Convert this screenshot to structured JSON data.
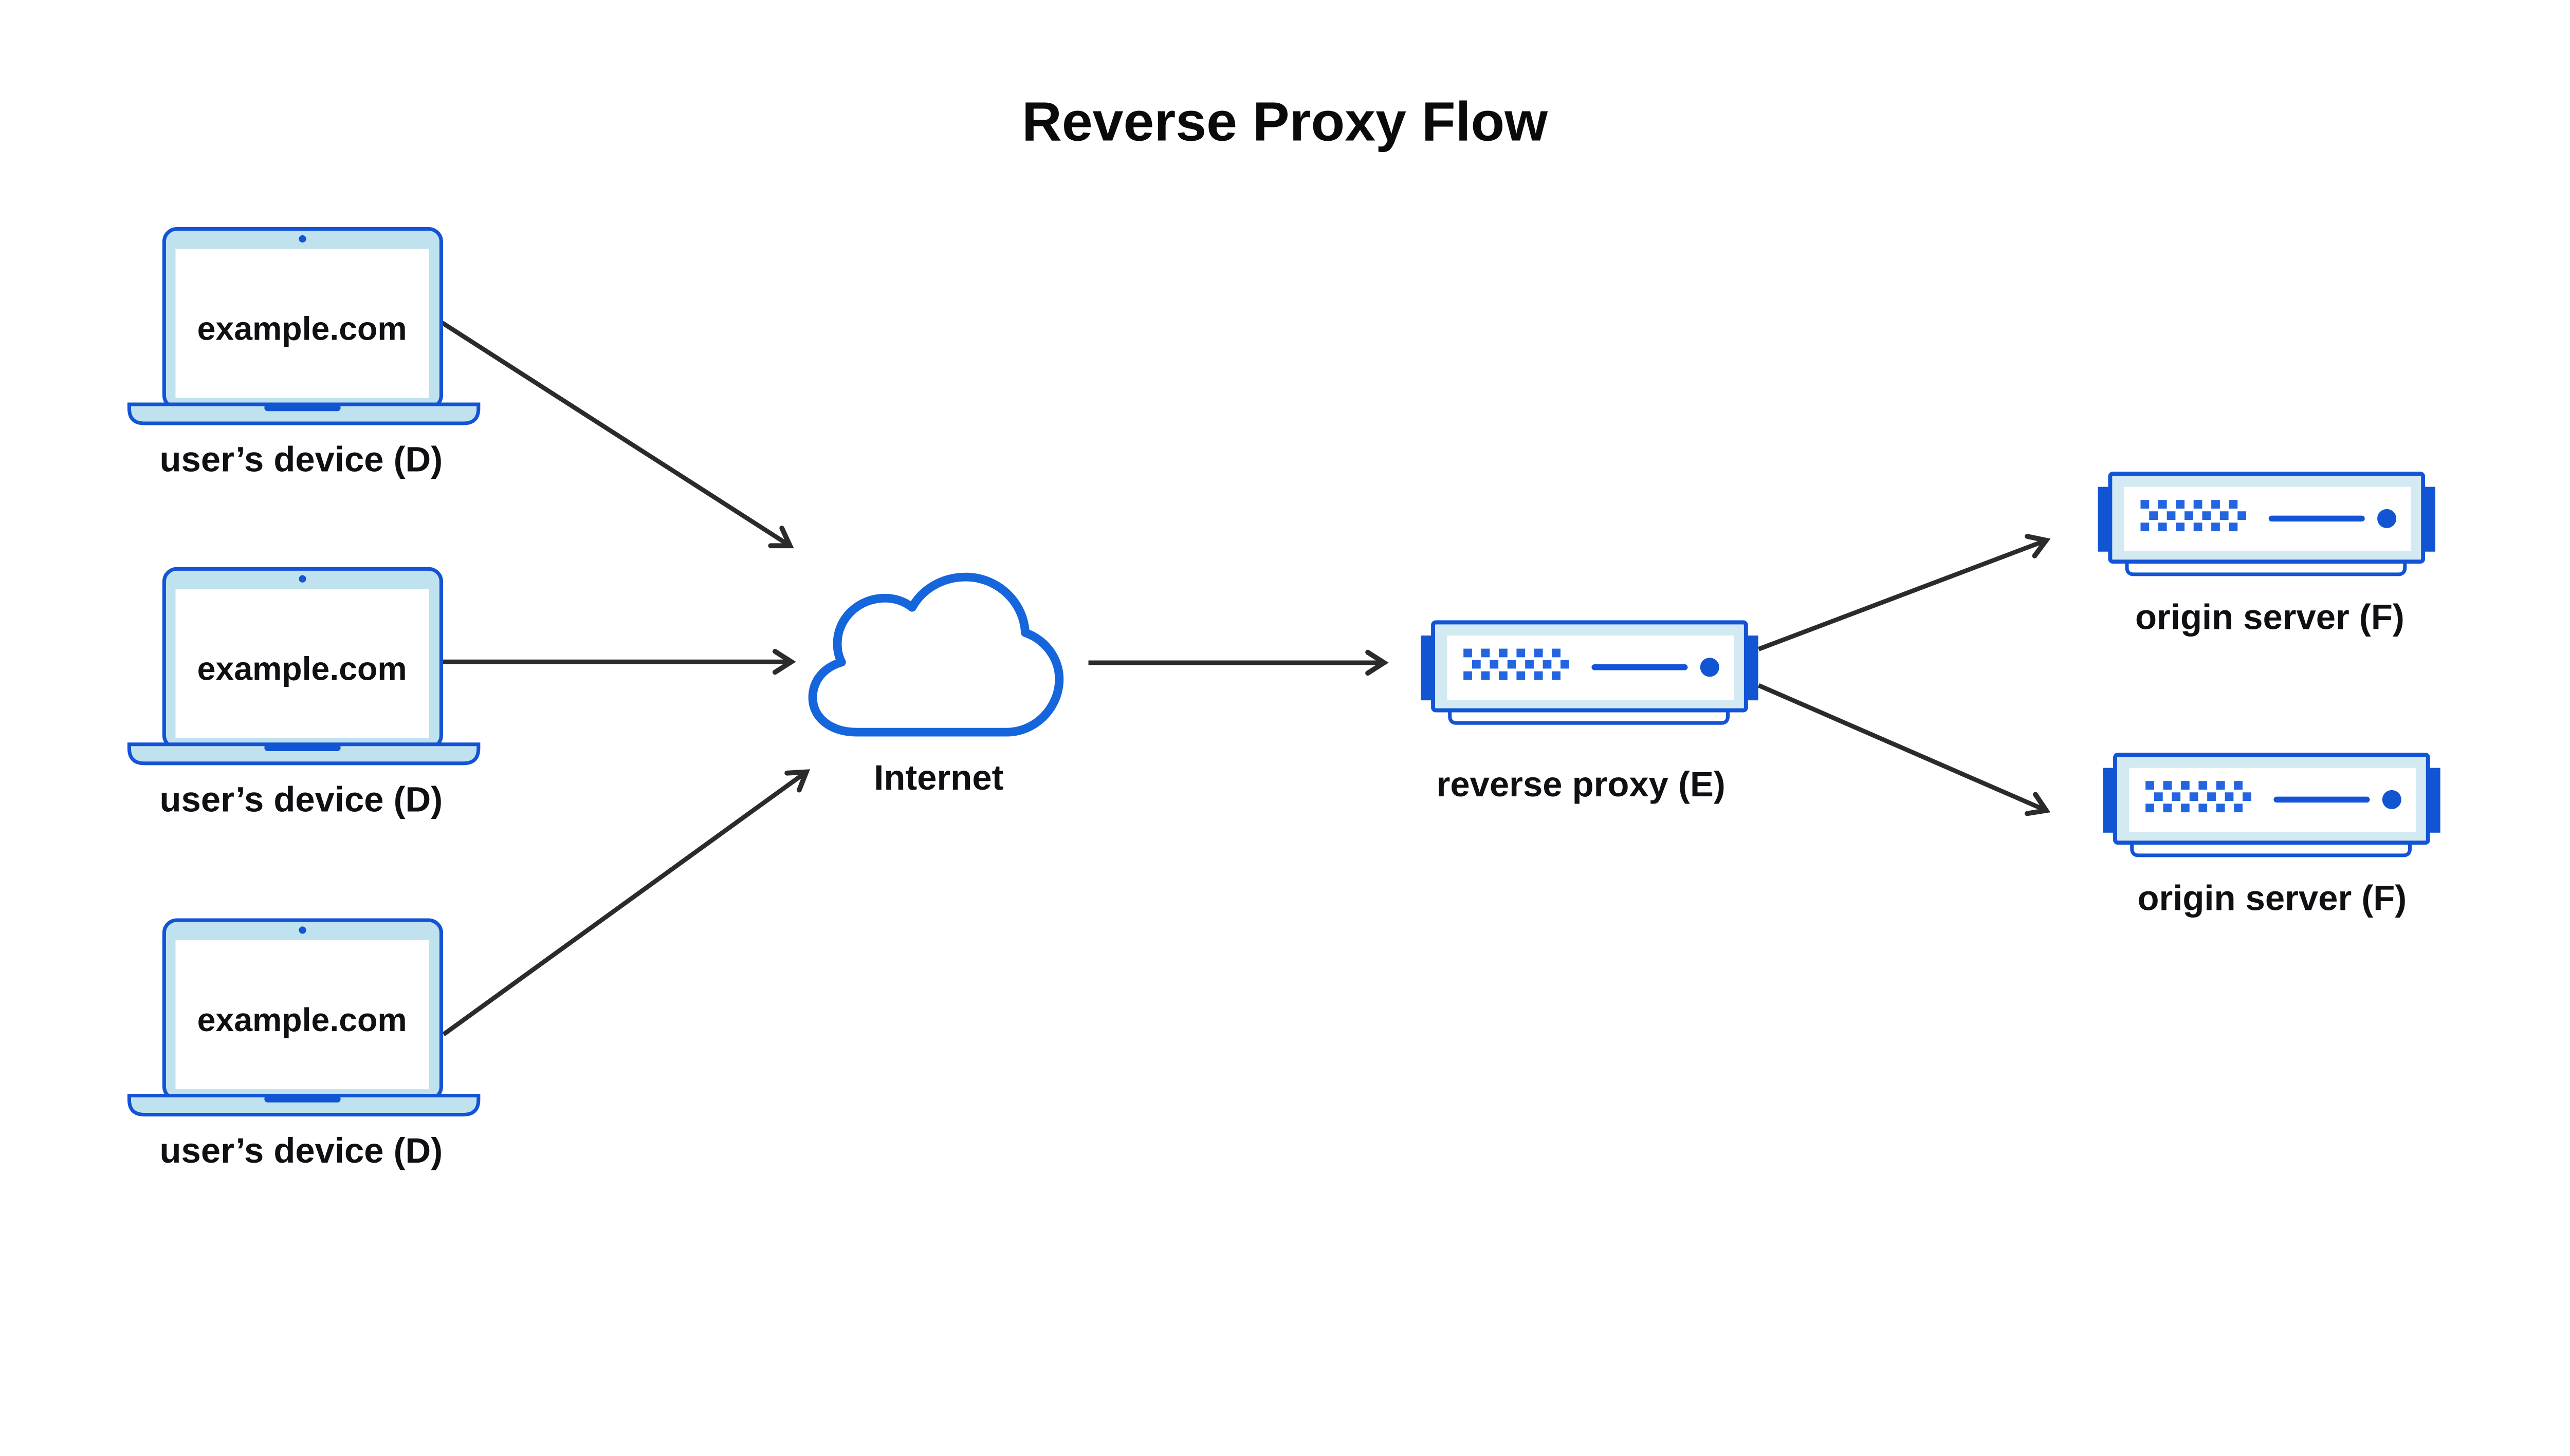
{
  "title": "Reverse Proxy Flow",
  "colors": {
    "accent_blue": "#1353d6",
    "cloud_blue": "#1565dc",
    "solid_blue": "#1255d3",
    "dot_blue": "#2365e0",
    "laptop_bezel": "#bfe2ee",
    "server_bezel": "#d3eaf3",
    "arrow": "#2b2b2b",
    "text": "#101014",
    "background": "#ffffff"
  },
  "diagram": {
    "devices": [
      {
        "id": "device-1",
        "screen_text": "example.com",
        "label": "user’s device (D)"
      },
      {
        "id": "device-2",
        "screen_text": "example.com",
        "label": "user’s device (D)"
      },
      {
        "id": "device-3",
        "screen_text": "example.com",
        "label": "user’s device (D)"
      }
    ],
    "internet": {
      "id": "internet",
      "label": "Internet"
    },
    "reverse_proxy": {
      "id": "reverse-proxy",
      "label": "reverse proxy (E)"
    },
    "origin_servers": [
      {
        "id": "origin-1",
        "label": "origin server (F)"
      },
      {
        "id": "origin-2",
        "label": "origin server (F)"
      }
    ],
    "edges": [
      {
        "from": "device-1",
        "to": "internet"
      },
      {
        "from": "device-2",
        "to": "internet"
      },
      {
        "from": "device-3",
        "to": "internet"
      },
      {
        "from": "internet",
        "to": "reverse-proxy"
      },
      {
        "from": "reverse-proxy",
        "to": "origin-1"
      },
      {
        "from": "reverse-proxy",
        "to": "origin-2"
      }
    ]
  }
}
